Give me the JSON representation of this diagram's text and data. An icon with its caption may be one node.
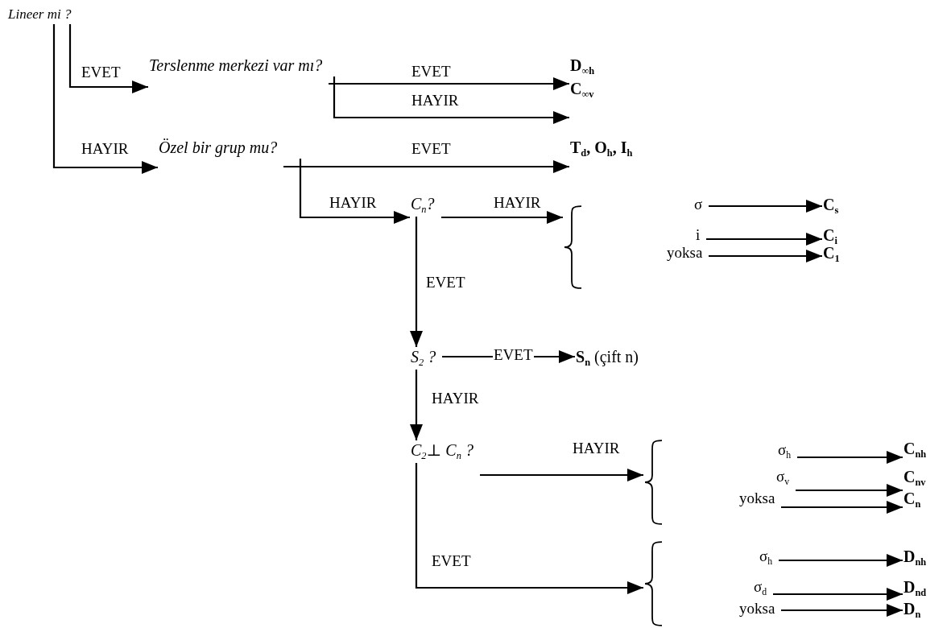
{
  "diagram": {
    "nodes": [
      {
        "text": [
          "Lineer mi ?"
        ]
      },
      {
        "text": [
          "Terslenme merkezi var mı?"
        ]
      },
      {
        "text": [
          "D$_{∞h}$"
        ]
      },
      {
        "text": [
          "C$_{∞v}$"
        ]
      },
      {
        "text": [
          "Özel bir grup mu?"
        ]
      },
      {
        "text": [
          "T$_{d}$, O$_{h}$, I$_{h}$"
        ]
      },
      {
        "text": [
          "C$_{n}$?"
        ]
      },
      {
        "text": [],
        "shape": "brace"
      },
      {
        "text": [
          "σ"
        ]
      },
      {
        "text": [
          "C$_{s}$"
        ]
      },
      {
        "text": [
          "i"
        ]
      },
      {
        "text": [
          "C$_{i}$"
        ]
      },
      {
        "text": [
          "yoksa"
        ]
      },
      {
        "text": [
          "C$_{1}$"
        ]
      },
      {
        "text": [
          "S$_{2}$ ?"
        ]
      },
      {
        "text": [
          "**S$_{n}$** (çift n)"
        ]
      },
      {
        "text": [
          "C$_{2}$⊥ C$_{n}$ ?"
        ]
      },
      {
        "text": [],
        "shape": "brace"
      },
      {
        "text": [
          "σ$_{h}$"
        ]
      },
      {
        "text": [
          "C$_{nh}$"
        ]
      },
      {
        "text": [
          "σ$_{v}$"
        ]
      },
      {
        "text": [
          "C$_{nv}$"
        ]
      },
      {
        "text": [
          "yoksa"
        ]
      },
      {
        "text": [
          "C$_{n}$"
        ]
      },
      {
        "text": [],
        "shape": "brace"
      },
      {
        "text": [
          "σ$_{h}$"
        ]
      },
      {
        "text": [
          "D$_{nh}$"
        ]
      },
      {
        "text": [
          "σ$_{d}$"
        ]
      },
      {
        "text": [
          "D$_{nd}$"
        ]
      },
      {
        "text": [
          "yoksa"
        ]
      },
      {
        "text": [
          "D$_{n}$"
        ]
      }
    ],
    "edges": [
      {
        "from": 0,
        "to": 1,
        "label": "EVET",
        "arrow": "to"
      },
      {
        "from": 0,
        "to": 4,
        "label": "HAYIR",
        "arrow": "to"
      },
      {
        "from": 1,
        "to": 2,
        "label": "EVET",
        "arrow": "to"
      },
      {
        "from": 1,
        "to": 3,
        "label": "HAYIR",
        "arrow": "to"
      },
      {
        "from": 4,
        "to": 5,
        "label": "EVET",
        "arrow": "to"
      },
      {
        "from": 4,
        "to": 6,
        "label": "HAYIR",
        "arrow": "to"
      },
      {
        "from": 6,
        "to": 7,
        "label": "HAYIR",
        "arrow": "to"
      },
      {
        "from": 6,
        "to": 14,
        "label": "EVET",
        "arrow": "to"
      },
      {
        "from": 14,
        "to": 15,
        "label": "EVET",
        "arrow": "to"
      },
      {
        "from": 14,
        "to": 16,
        "label": "HAYIR",
        "arrow": "to"
      },
      {
        "from": 16,
        "to": 17,
        "label": "HAYIR",
        "arrow": "to"
      },
      {
        "from": 16,
        "to": 24,
        "label": "EVET",
        "arrow": "to"
      },
      {
        "from": 8,
        "to": 9,
        "arrow": "to"
      },
      {
        "from": 10,
        "to": 11,
        "arrow": "to"
      },
      {
        "from": 12,
        "to": 13,
        "arrow": "to"
      },
      {
        "from": 18,
        "to": 19,
        "arrow": "to"
      },
      {
        "from": 20,
        "to": 21,
        "arrow": "to"
      },
      {
        "from": 22,
        "to": 23,
        "arrow": "to"
      },
      {
        "from": 25,
        "to": 26,
        "arrow": "to"
      },
      {
        "from": 27,
        "to": 28,
        "arrow": "to"
      },
      {
        "from": 29,
        "to": 30,
        "arrow": "to"
      }
    ]
  }
}
